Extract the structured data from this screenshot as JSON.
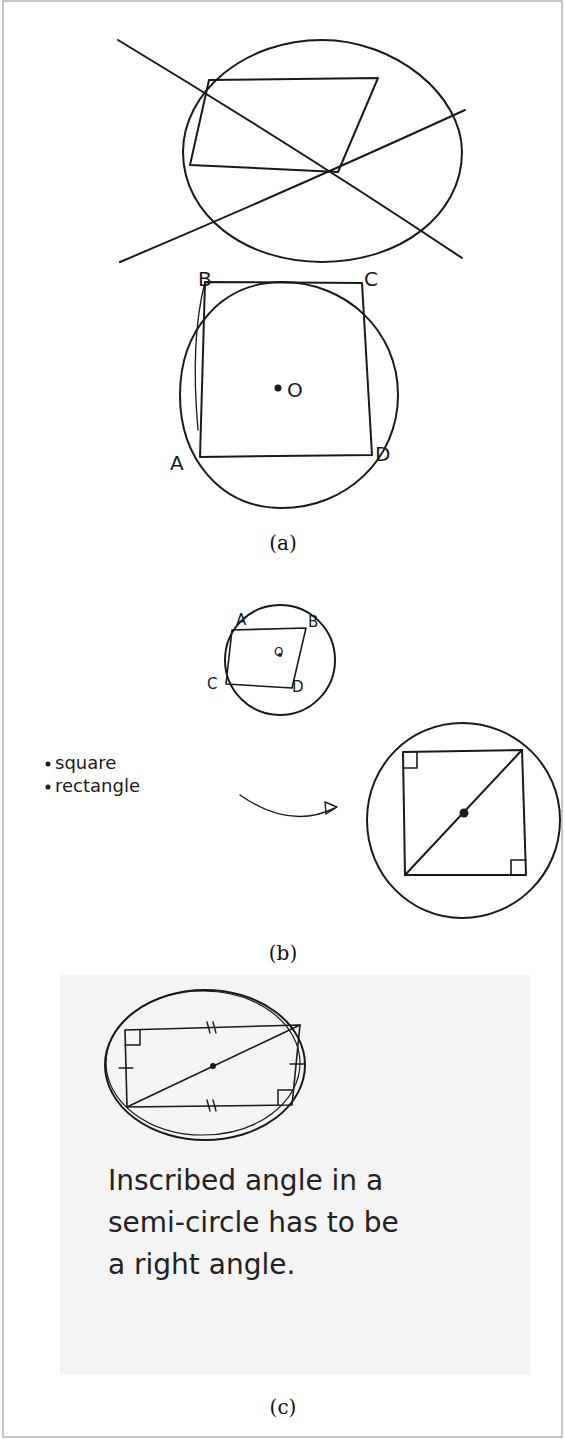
{
  "diagram": {
    "labels": [
      "B",
      "C",
      "O",
      "A",
      "D",
      "(a)",
      "A",
      "B",
      "O",
      "C",
      "D",
      "square",
      "rectangle",
      "(b)",
      "Inscribed angle in a semi-circle has to be a right angle.",
      "(c)"
    ]
  }
}
